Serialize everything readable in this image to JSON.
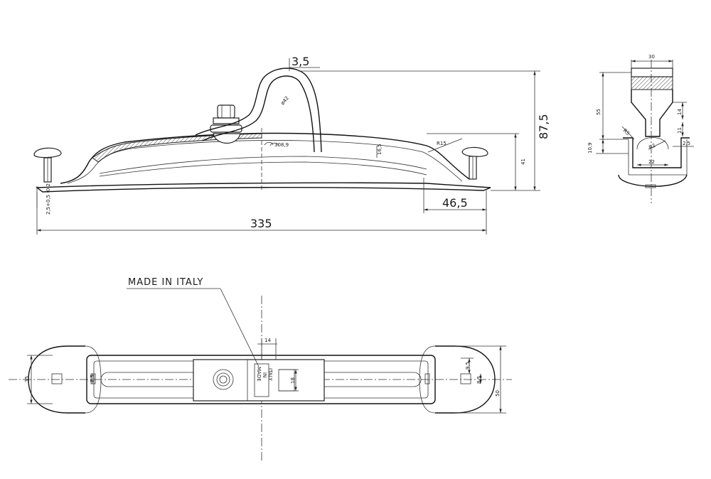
{
  "side_view": {
    "dim_overall_length": "335",
    "dim_height": "87,5",
    "dim_top_offset": "3,5",
    "dim_end": "46,5",
    "dim_radius_r15": "R15",
    "dim_radius_308": "308,9",
    "dim_dia_42": "ø42",
    "dim_16_5": "16,5",
    "dim_41": "41",
    "dim_tolerance": "2,5+0,5 -0,2"
  },
  "end_view": {
    "dim_30": "30",
    "dim_55": "55",
    "dim_14": "14",
    "dim_11": "11",
    "dim_10_9": "10,9",
    "dim_r5": "R5",
    "dim_r2": "R2",
    "dim_2_5": "2,5",
    "dim_22": "22"
  },
  "top_view": {
    "note_made_in_italy": "MADE IN ITALY",
    "stamp_line1": "MADE",
    "stamp_line2": "IN",
    "stamp_line3": "ITALY",
    "dim_14": "14",
    "dim_18": "18",
    "dim_35": "35",
    "dim_8_5_left": "8,5",
    "dim_9_5": "9,5",
    "dim_8_5_right": "8,5",
    "dim_50": "50"
  }
}
